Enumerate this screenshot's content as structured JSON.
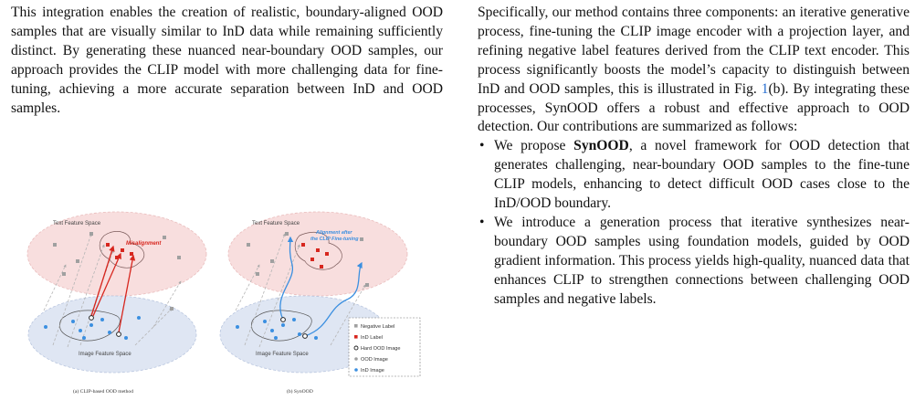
{
  "left_paragraph": "This integration enables the creation of realistic, boundary-aligned OOD samples that are visually similar to InD data while remaining sufficiently distinct. By generating these nuanced near-boundary OOD samples, our approach provides the CLIP model with more challenging data for fine-tuning, achieving a more accurate separation between InD and OOD samples.",
  "right_paragraph": {
    "before_ref": "Specifically, our method contains three components: an iterative generative process, fine-tuning the CLIP image encoder with a projection layer, and refining negative label features derived from the CLIP text encoder. This process significantly boosts the model’s capacity to distinguish between InD and OOD samples, this is illustrated in Fig. ",
    "ref": "1",
    "after_ref": "(b). By integrating these processes, SynOOD offers a robust and effective approach to OOD detection. Our contributions are summarized as follows:"
  },
  "bullets": [
    {
      "prefix": "We propose ",
      "bold": "SynOOD",
      "text": ", a novel framework for OOD detection that generates challenging, near-boundary OOD samples to the fine-tune CLIP models, enhancing to detect difficult OOD cases close to the InD/OOD boundary."
    },
    {
      "prefix": "",
      "bold": "",
      "text": "We introduce a generation process that iterative synthesizes near-boundary OOD samples using foundation models, guided by OOD gradient information. This process yields high-quality, nuanced data that enhances CLIP to strengthen connections between challenging OOD samples and negative labels."
    }
  ],
  "figure": {
    "text_space_label": "Text Feature Space",
    "image_space_label": "Image Feature Space",
    "misalignment_label": "Misalignment",
    "alignment_label_line1": "Alignment after",
    "alignment_label_line2": "the CLIP Fine-tuning",
    "caption_a": "(a) CLIP-based OOD method",
    "caption_b": "(b) SynOOD",
    "legend": [
      "Negative Label",
      "InD Label",
      "Hard OOD Image",
      "OOD Image",
      "InD Image"
    ],
    "colors": {
      "text_space": "#f8dede",
      "image_space": "#dfe6f3",
      "ind_label": "#d7261e",
      "ind_image": "#3b8fe0",
      "negative": "#a0a0a0",
      "misalign_arrow": "#d7261e",
      "align_arrow": "#3b8fe0"
    }
  }
}
